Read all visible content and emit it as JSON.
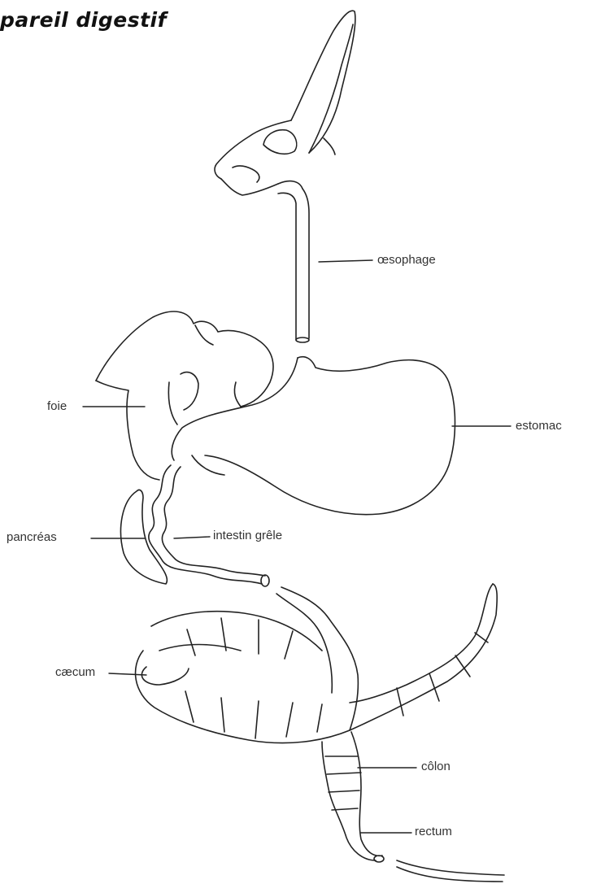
{
  "title": "pareil digestif",
  "labels": {
    "oesophage": "œsophage",
    "foie": "foie",
    "estomac": "estomac",
    "pancreas": "pancréas",
    "intestin_grele": "intestin grêle",
    "caecum": "cæcum",
    "colon": "côlon",
    "rectum": "rectum"
  },
  "colors": {
    "ink": "#222222",
    "background": "#ffffff"
  }
}
